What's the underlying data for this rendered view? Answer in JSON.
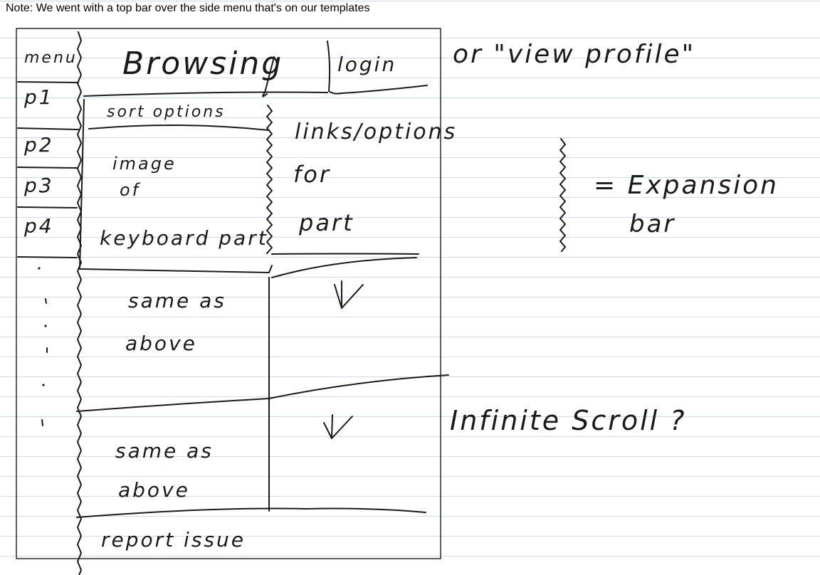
{
  "note": "Note: We went with a top bar over the side menu that's on our templates",
  "sketch": {
    "menu_label": "menu",
    "browsing_title": "Browsing",
    "login_label": "login",
    "view_profile_annotation": "or \"view profile\"",
    "menu_items": [
      "p1",
      "p2",
      "p3",
      "p4"
    ],
    "sort_options": "sort options",
    "item_image": {
      "line1": "image",
      "line2": "of",
      "line3": "keyboard part"
    },
    "links_options": {
      "line1": "links/options",
      "line2": "for",
      "line3": "part"
    },
    "same_as_above": {
      "line1": "same as",
      "line2": "above"
    },
    "report_issue": "report issue",
    "legend": {
      "line1": "= Expansion",
      "line2": "bar"
    },
    "infinite_scroll": "Infinite Scroll ?"
  }
}
